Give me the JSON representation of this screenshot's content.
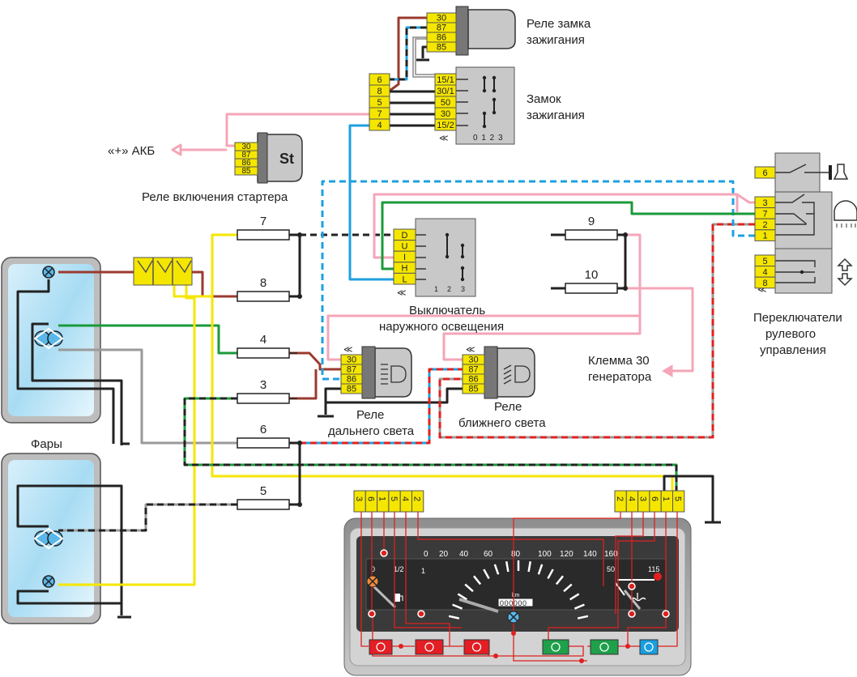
{
  "labels": {
    "ignition_relay": [
      "Реле замка",
      "зажигания"
    ],
    "ignition_switch": [
      "Замок",
      "зажигания"
    ],
    "ignition_positions": "0 1 2 3",
    "akb": "«+» АКБ",
    "starter_relay": "Реле включения стартера",
    "starter_symbol": "St",
    "light_switch": [
      "Выключатель",
      "наружного освещения"
    ],
    "light_switch_positions": [
      "1",
      "2",
      "3"
    ],
    "high_beam_relay": [
      "Реле",
      "дальнего света"
    ],
    "low_beam_relay": [
      "Реле",
      "ближнего света"
    ],
    "generator": [
      "Клемма 30",
      "генератора"
    ],
    "steering_switches": [
      "Переключатели",
      "рулевого",
      "управления"
    ],
    "headlights": "Фары"
  },
  "fuses": [
    "7",
    "8",
    "4",
    "3",
    "6",
    "5",
    "9",
    "10"
  ],
  "connectors": {
    "ignition_relay": [
      "30",
      "87",
      "86",
      "85"
    ],
    "starter_relay": [
      "30",
      "87",
      "86",
      "85"
    ],
    "harness": [
      "6",
      "8",
      "5",
      "7",
      "4"
    ],
    "ignition_switch": [
      "15/1",
      "30/1",
      "50",
      "30",
      "15/2"
    ],
    "light_switch": [
      "D",
      "U",
      "I",
      "H",
      "L"
    ],
    "high_beam_relay": [
      "30",
      "87",
      "86",
      "85"
    ],
    "low_beam_relay": [
      "30",
      "87",
      "86",
      "85"
    ],
    "steering_horn": [
      "6"
    ],
    "steering_lights": [
      "3",
      "7",
      "2",
      "1"
    ],
    "steering_turn": [
      "5",
      "4",
      "8"
    ],
    "dash_left": [
      "3",
      "6",
      "1",
      "5",
      "4",
      "2"
    ],
    "dash_right": [
      "2",
      "4",
      "3",
      "6",
      "1",
      "5"
    ]
  },
  "dashboard": {
    "speed_ticks": [
      "0",
      "20",
      "40",
      "60",
      "80",
      "100",
      "120",
      "140",
      "160"
    ],
    "fuel_ticks": [
      "0",
      "1/2",
      "1"
    ],
    "temp_ticks": [
      "50",
      "115"
    ],
    "odometer": "000000",
    "odometer_unit": "km",
    "indicators": [
      {
        "name": "parking-brake",
        "color": "#e31e24"
      },
      {
        "name": "oil-pressure",
        "color": "#e31e24"
      },
      {
        "name": "battery-charge",
        "color": "#e31e24"
      },
      {
        "name": "turn-signals",
        "color": "#1fa04a"
      },
      {
        "name": "low-beam",
        "color": "#1fa04a"
      },
      {
        "name": "high-beam",
        "color": "#1a9ee0"
      }
    ]
  },
  "colors": {
    "connector": "#f5e600",
    "brown": "#9b3a2f",
    "blue": "#1ea0e0",
    "pink": "#f4a6b8",
    "green": "#1a9a3a",
    "gray": "#9a9a9a",
    "yellow": "#f5e600",
    "red": "#e02020",
    "black": "#222222"
  }
}
